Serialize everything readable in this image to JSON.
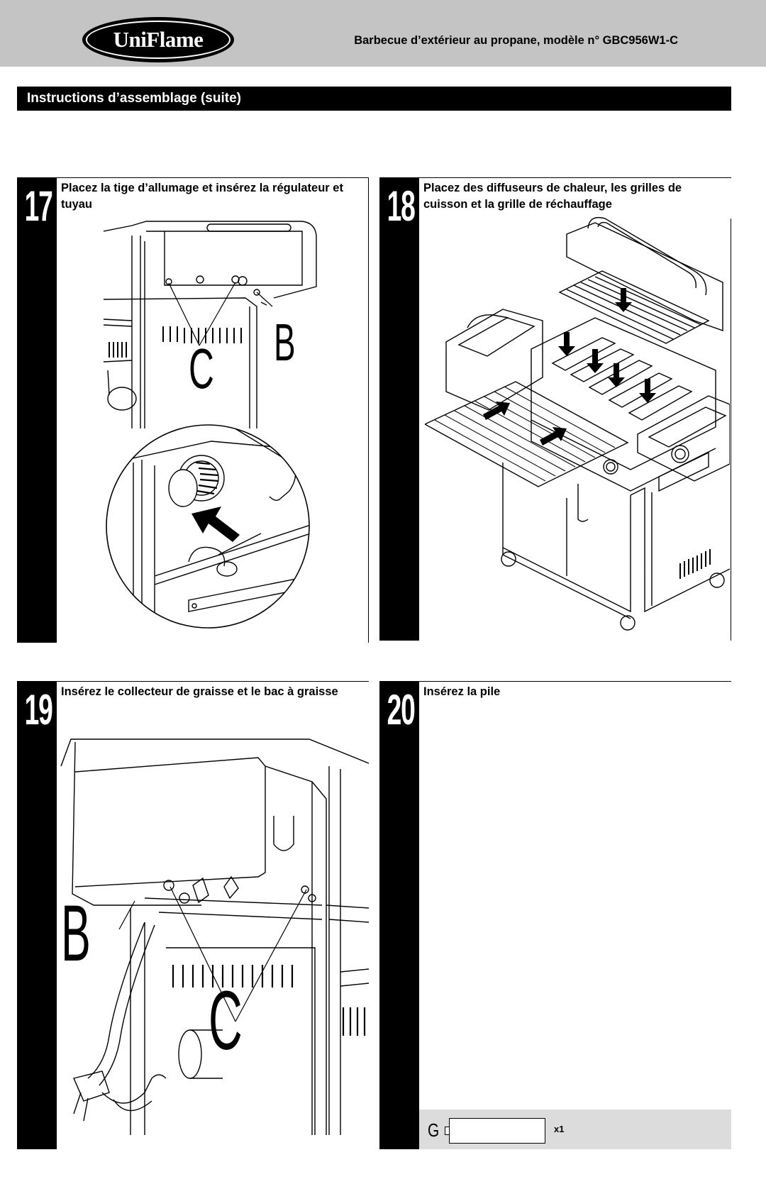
{
  "header": {
    "logo_text": "UniFlame",
    "document_title": "Barbecue d’extérieur au propane, modèle n° GBC956W1-C",
    "background_color": "#c4c4c4"
  },
  "section": {
    "title": "Instructions d’assemblage (suite)"
  },
  "steps": [
    {
      "number": "17",
      "text": "Placez la tige d’allumage et insérez la régulateur et tuyau",
      "callouts": [
        "C",
        "B"
      ],
      "icons": [
        "grill-front-detail",
        "regulator-knob-zoom"
      ]
    },
    {
      "number": "18",
      "text": "Placez des diffuseurs de chaleur, les grilles de cuisson et la grille de réchauffage",
      "icons": [
        "grill-exploded-view"
      ]
    },
    {
      "number": "19",
      "text": "Insérez le collecteur de graisse et le bac à graisse",
      "callouts": [
        "B",
        "C"
      ],
      "icons": [
        "grease-tray-detail"
      ]
    },
    {
      "number": "20",
      "text": "Insérez la pile",
      "part": {
        "letter": "G",
        "quantity": "x1"
      },
      "icons": [
        "battery-icon"
      ]
    }
  ]
}
